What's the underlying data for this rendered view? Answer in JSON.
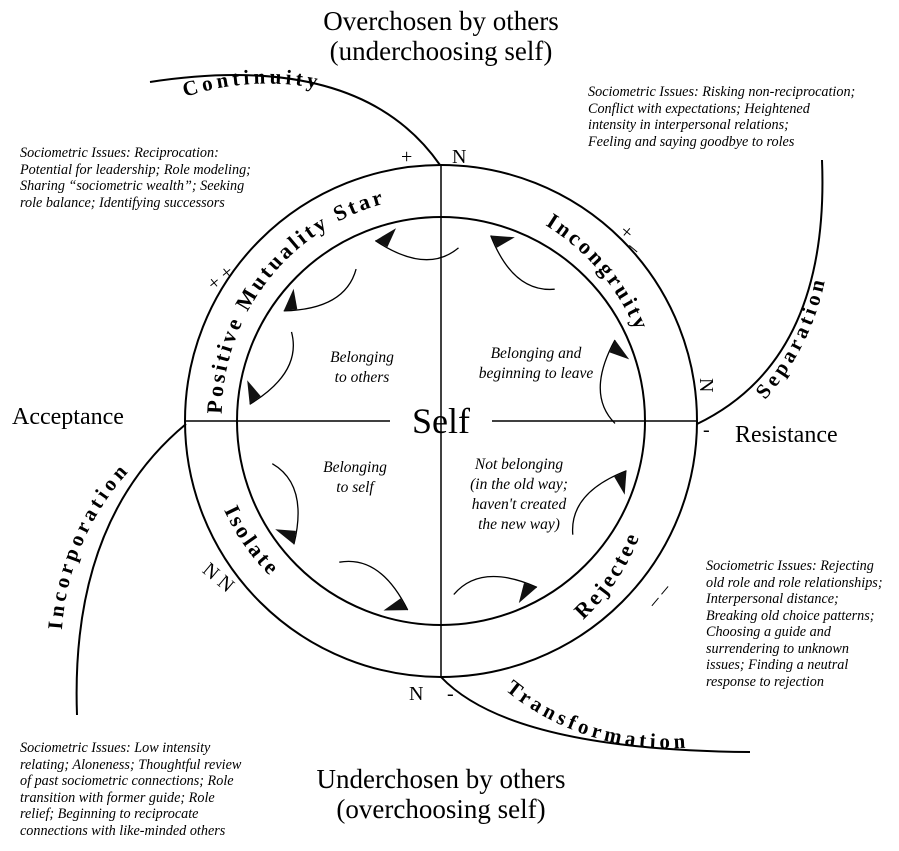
{
  "poles": {
    "top": [
      "Overchosen by others",
      "(underchoosing self)"
    ],
    "bottom": [
      "Underchosen by others",
      "(overchoosing self)"
    ],
    "left": "Acceptance",
    "right": "Resistance"
  },
  "center_label": "Self",
  "ring_labels": {
    "positive_mutuality_star": "Positive Mutuality Star",
    "incongruity": "Incongruity",
    "rejectee": "Rejectee",
    "isolate": "Isolate"
  },
  "arc_labels": {
    "continuity": "Continuity",
    "separation": "Separation",
    "transformation": "Transformation",
    "incorporation": "Incorporation"
  },
  "quadrants": {
    "top_left": [
      "Belonging",
      "to others"
    ],
    "top_right": [
      "Belonging and",
      "beginning to leave"
    ],
    "bottom_left": [
      "Belonging",
      "to self"
    ],
    "bottom_right": [
      "Not belonging",
      "(in the old way;",
      "haven't created",
      "the new way)"
    ]
  },
  "signs": {
    "top_plus": "+",
    "top_n": "N",
    "plus_plus": "+ +",
    "plus_minus": "+ _",
    "right_n": "N",
    "right_minus": "-",
    "minus_minus": "_ _",
    "nn": "N N",
    "bottom_n": "N",
    "bottom_minus": "-"
  },
  "issues": {
    "top_left": [
      "Sociometric Issues: Reciprocation:",
      "Potential for leadership; Role modeling;",
      "Sharing “sociometric wealth”; Seeking",
      "role balance; Identifying successors"
    ],
    "top_right": [
      "Sociometric Issues: Risking non-reciprocation;",
      "Conflict with expectations; Heightened",
      "intensity in interpersonal relations;",
      "Feeling and saying goodbye to roles"
    ],
    "bottom_right": [
      "Sociometric Issues: Rejecting",
      "old role and role relationships;",
      "Interpersonal distance;",
      "Breaking old choice patterns;",
      "Choosing a guide and",
      "surrendering to unknown",
      "issues; Finding a neutral",
      "response to rejection"
    ],
    "bottom_left": [
      "Sociometric Issues: Low intensity",
      "relating; Aloneness; Thoughtful review",
      "of past sociometric connections; Role",
      "transition with former guide; Role",
      "relief; Beginning to reciprocate",
      "connections with like-minded others"
    ]
  }
}
